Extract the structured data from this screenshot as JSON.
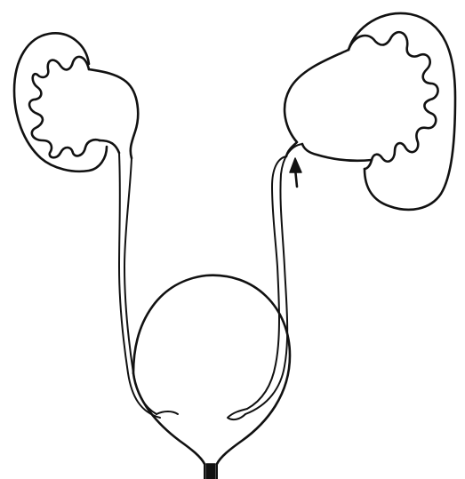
{
  "diagram": {
    "style": "hand-drawn line sketch",
    "ink_color": "#111111",
    "background_color": "#ffffff",
    "elements": [
      "left-kidney",
      "left-renal-pelvis",
      "left-ureter",
      "right-kidney",
      "right-renal-pelvis-dilated",
      "right-ureter",
      "obstruction-arrow",
      "bladder",
      "urethra"
    ]
  }
}
